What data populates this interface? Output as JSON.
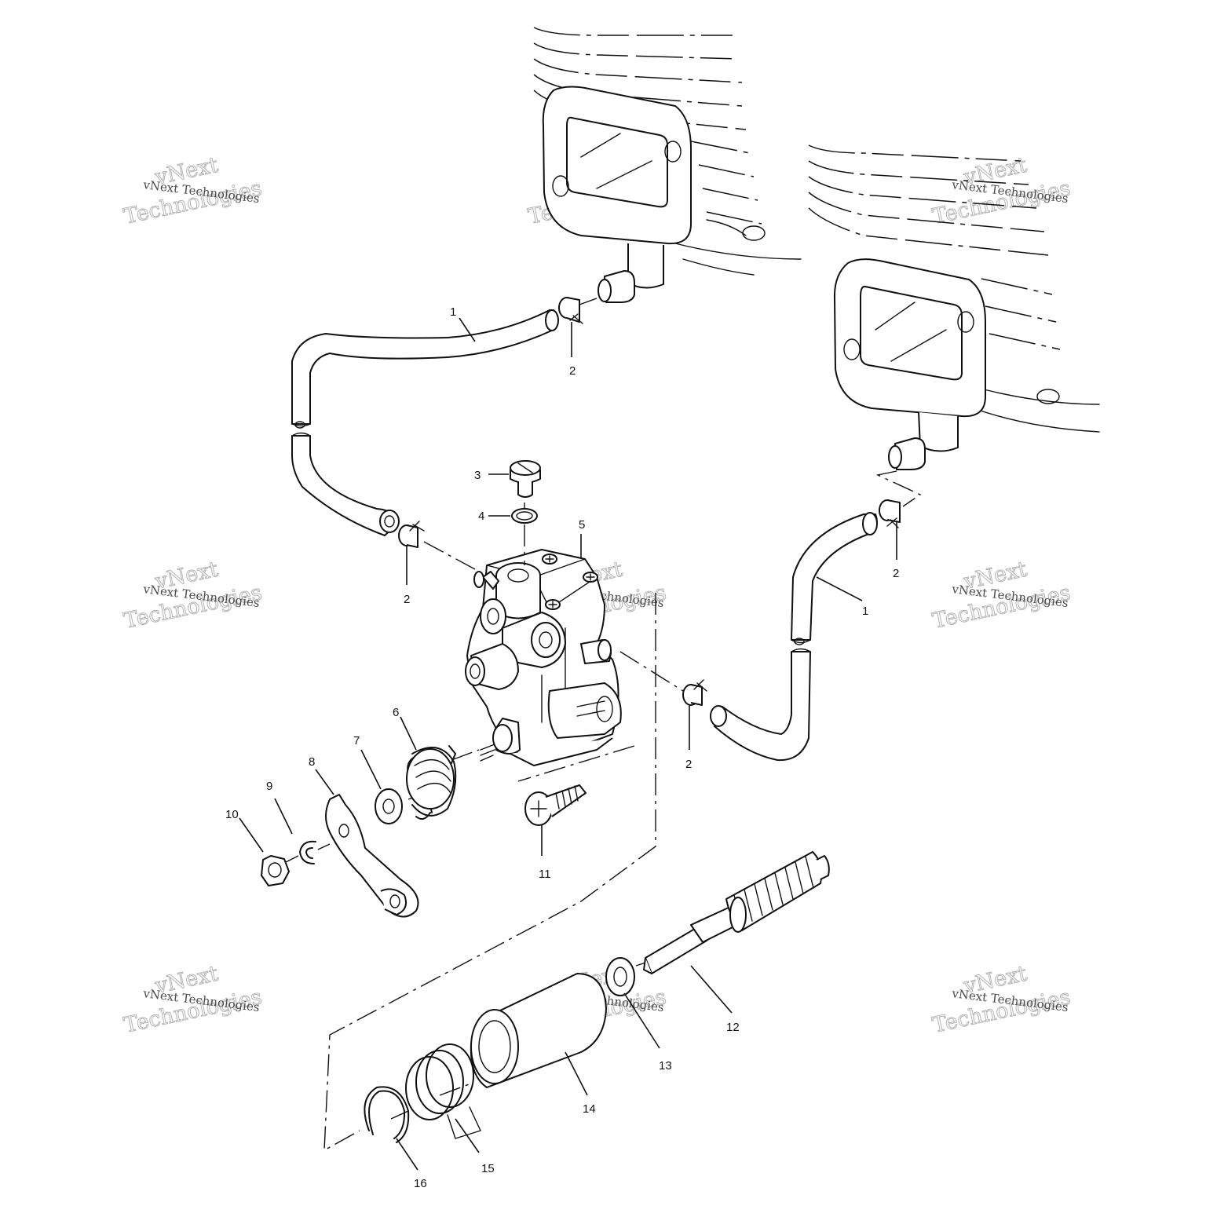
{
  "watermark": {
    "line": "vNext Technologies",
    "big_top": "vNext",
    "big_bottom": "Technologies"
  },
  "callouts": [
    {
      "id": "hose-left",
      "label": "1"
    },
    {
      "id": "clamp-top-left",
      "label": "2"
    },
    {
      "id": "hose-right",
      "label": "1"
    },
    {
      "id": "clamp-right",
      "label": "2"
    },
    {
      "id": "bolt-top",
      "label": "3"
    },
    {
      "id": "washer-top",
      "label": "4"
    },
    {
      "id": "pump-body",
      "label": "5"
    },
    {
      "id": "clamp-pump-left",
      "label": "2"
    },
    {
      "id": "clamp-pump-right",
      "label": "2"
    },
    {
      "id": "spring",
      "label": "6"
    },
    {
      "id": "washer-7",
      "label": "7"
    },
    {
      "id": "lever",
      "label": "8"
    },
    {
      "id": "clip",
      "label": "9"
    },
    {
      "id": "nut",
      "label": "10"
    },
    {
      "id": "screw",
      "label": "11"
    },
    {
      "id": "drive-shaft",
      "label": "12"
    },
    {
      "id": "washer-13",
      "label": "13"
    },
    {
      "id": "collar",
      "label": "14"
    },
    {
      "id": "spring-coil",
      "label": "15"
    },
    {
      "id": "snap-ring",
      "label": "16"
    }
  ]
}
